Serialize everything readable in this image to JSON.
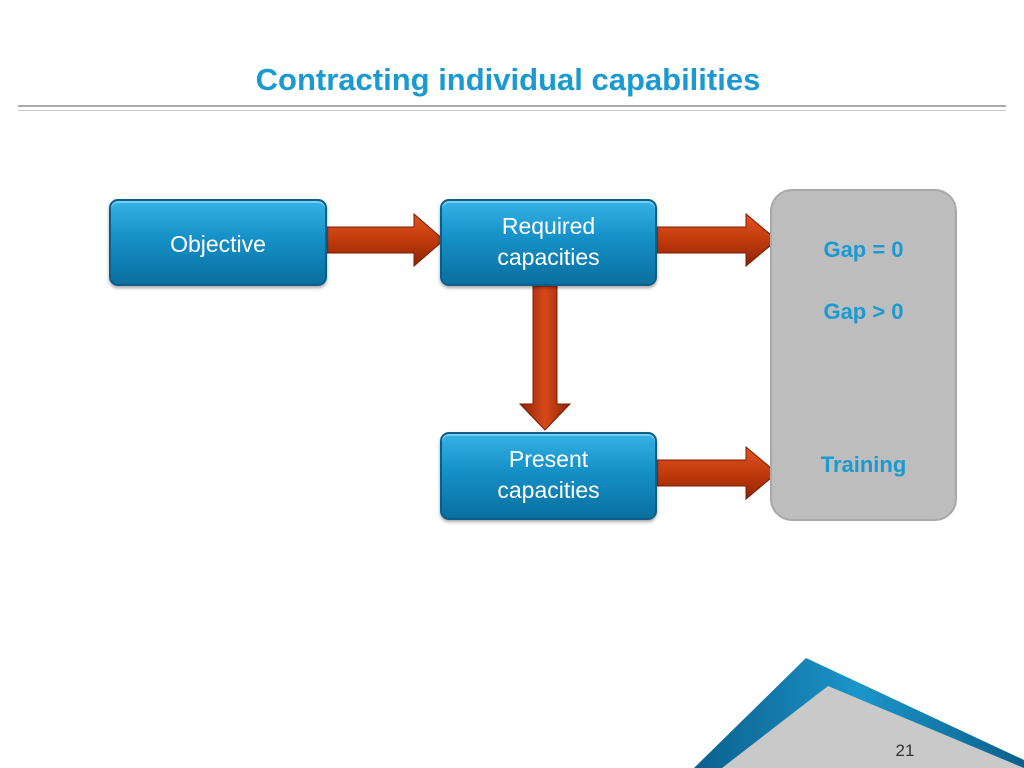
{
  "slide": {
    "title": "Contracting individual capabilities",
    "page_number": "21"
  },
  "boxes": {
    "objective": {
      "lines": [
        "Objective"
      ]
    },
    "required": {
      "lines": [
        "Required",
        "capacities"
      ]
    },
    "present": {
      "lines": [
        "Present",
        "capacities"
      ]
    }
  },
  "gap_panel": {
    "gap_zero": "Gap = 0",
    "gap_positive": "Gap > 0",
    "training": "Training"
  },
  "colors": {
    "title": "#1a9ad0",
    "box_fill": "#1590c7",
    "arrow": "#c83b0c",
    "panel": "#bdbdbd",
    "corner_accent": "#1786b6"
  }
}
